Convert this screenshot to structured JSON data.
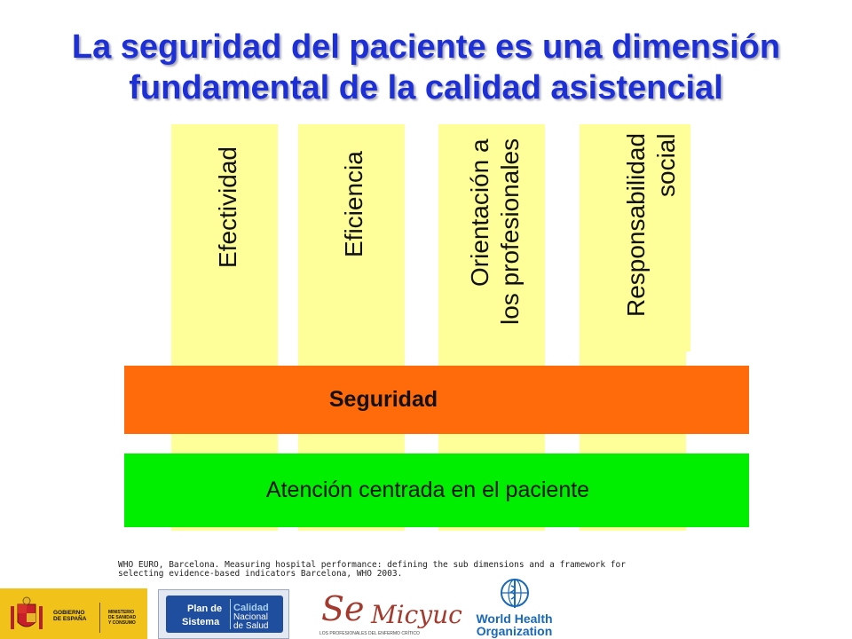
{
  "title": {
    "line1": "La seguridad del paciente es una dimensión",
    "line2": "fundamental de la calidad asistencial"
  },
  "pillars": [
    {
      "label": "Efectividad"
    },
    {
      "label": "Eficiencia"
    },
    {
      "line1": "Orientación a",
      "line2": "los profesionales"
    },
    {
      "line1": "Responsabilidad",
      "line2": "social"
    }
  ],
  "bars": {
    "seguridad": "Seguridad",
    "atencion": "Atención centrada en el paciente"
  },
  "reference": {
    "line1": "WHO EURO, Barcelona. Measuring hospital performance: defining the sub dimensions and a framework for",
    "line2": "selecting evidence-based indicators Barcelona, WHO 2003."
  },
  "logos": {
    "gobierno": {
      "line1": "GOBIERNO",
      "line2": "DE ESPAÑA"
    },
    "ministerio": {
      "line1": "MINISTERIO",
      "line2": "DE SANIDAD",
      "line3": "Y CONSUMO"
    },
    "plan": {
      "line1": "Plan de",
      "line2": "Sistema",
      "line3": "Calidad",
      "line4": "Nacional",
      "line5": "de Salud"
    },
    "semicyuc": {
      "part1": "Se",
      "part2": "Micyuc",
      "tagline": "LOS PROFESIONALES DEL ENFERMO CRÍTICO"
    },
    "who": {
      "line1": "World Health",
      "line2": "Organization"
    }
  },
  "colors": {
    "title": "#1d2fd6",
    "pillar": "#ffff99",
    "seguridad": "#ff6a0a",
    "atencion": "#00ee00"
  }
}
